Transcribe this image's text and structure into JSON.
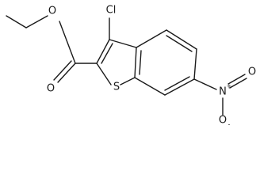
{
  "molecule": {
    "atoms": {
      "chlorine": {
        "symbol": "Cl"
      },
      "sulfur": {
        "symbol": "S"
      },
      "carbonyl_oxygen": {
        "symbol": "O"
      },
      "ester_oxygen": {
        "symbol": "O"
      },
      "nitro_nitrogen": {
        "symbol": "N",
        "charge": "+"
      },
      "nitro_oxygen_1": {
        "symbol": "O"
      },
      "nitro_oxygen_2": {
        "symbol": "O",
        "charge": "-"
      }
    }
  }
}
